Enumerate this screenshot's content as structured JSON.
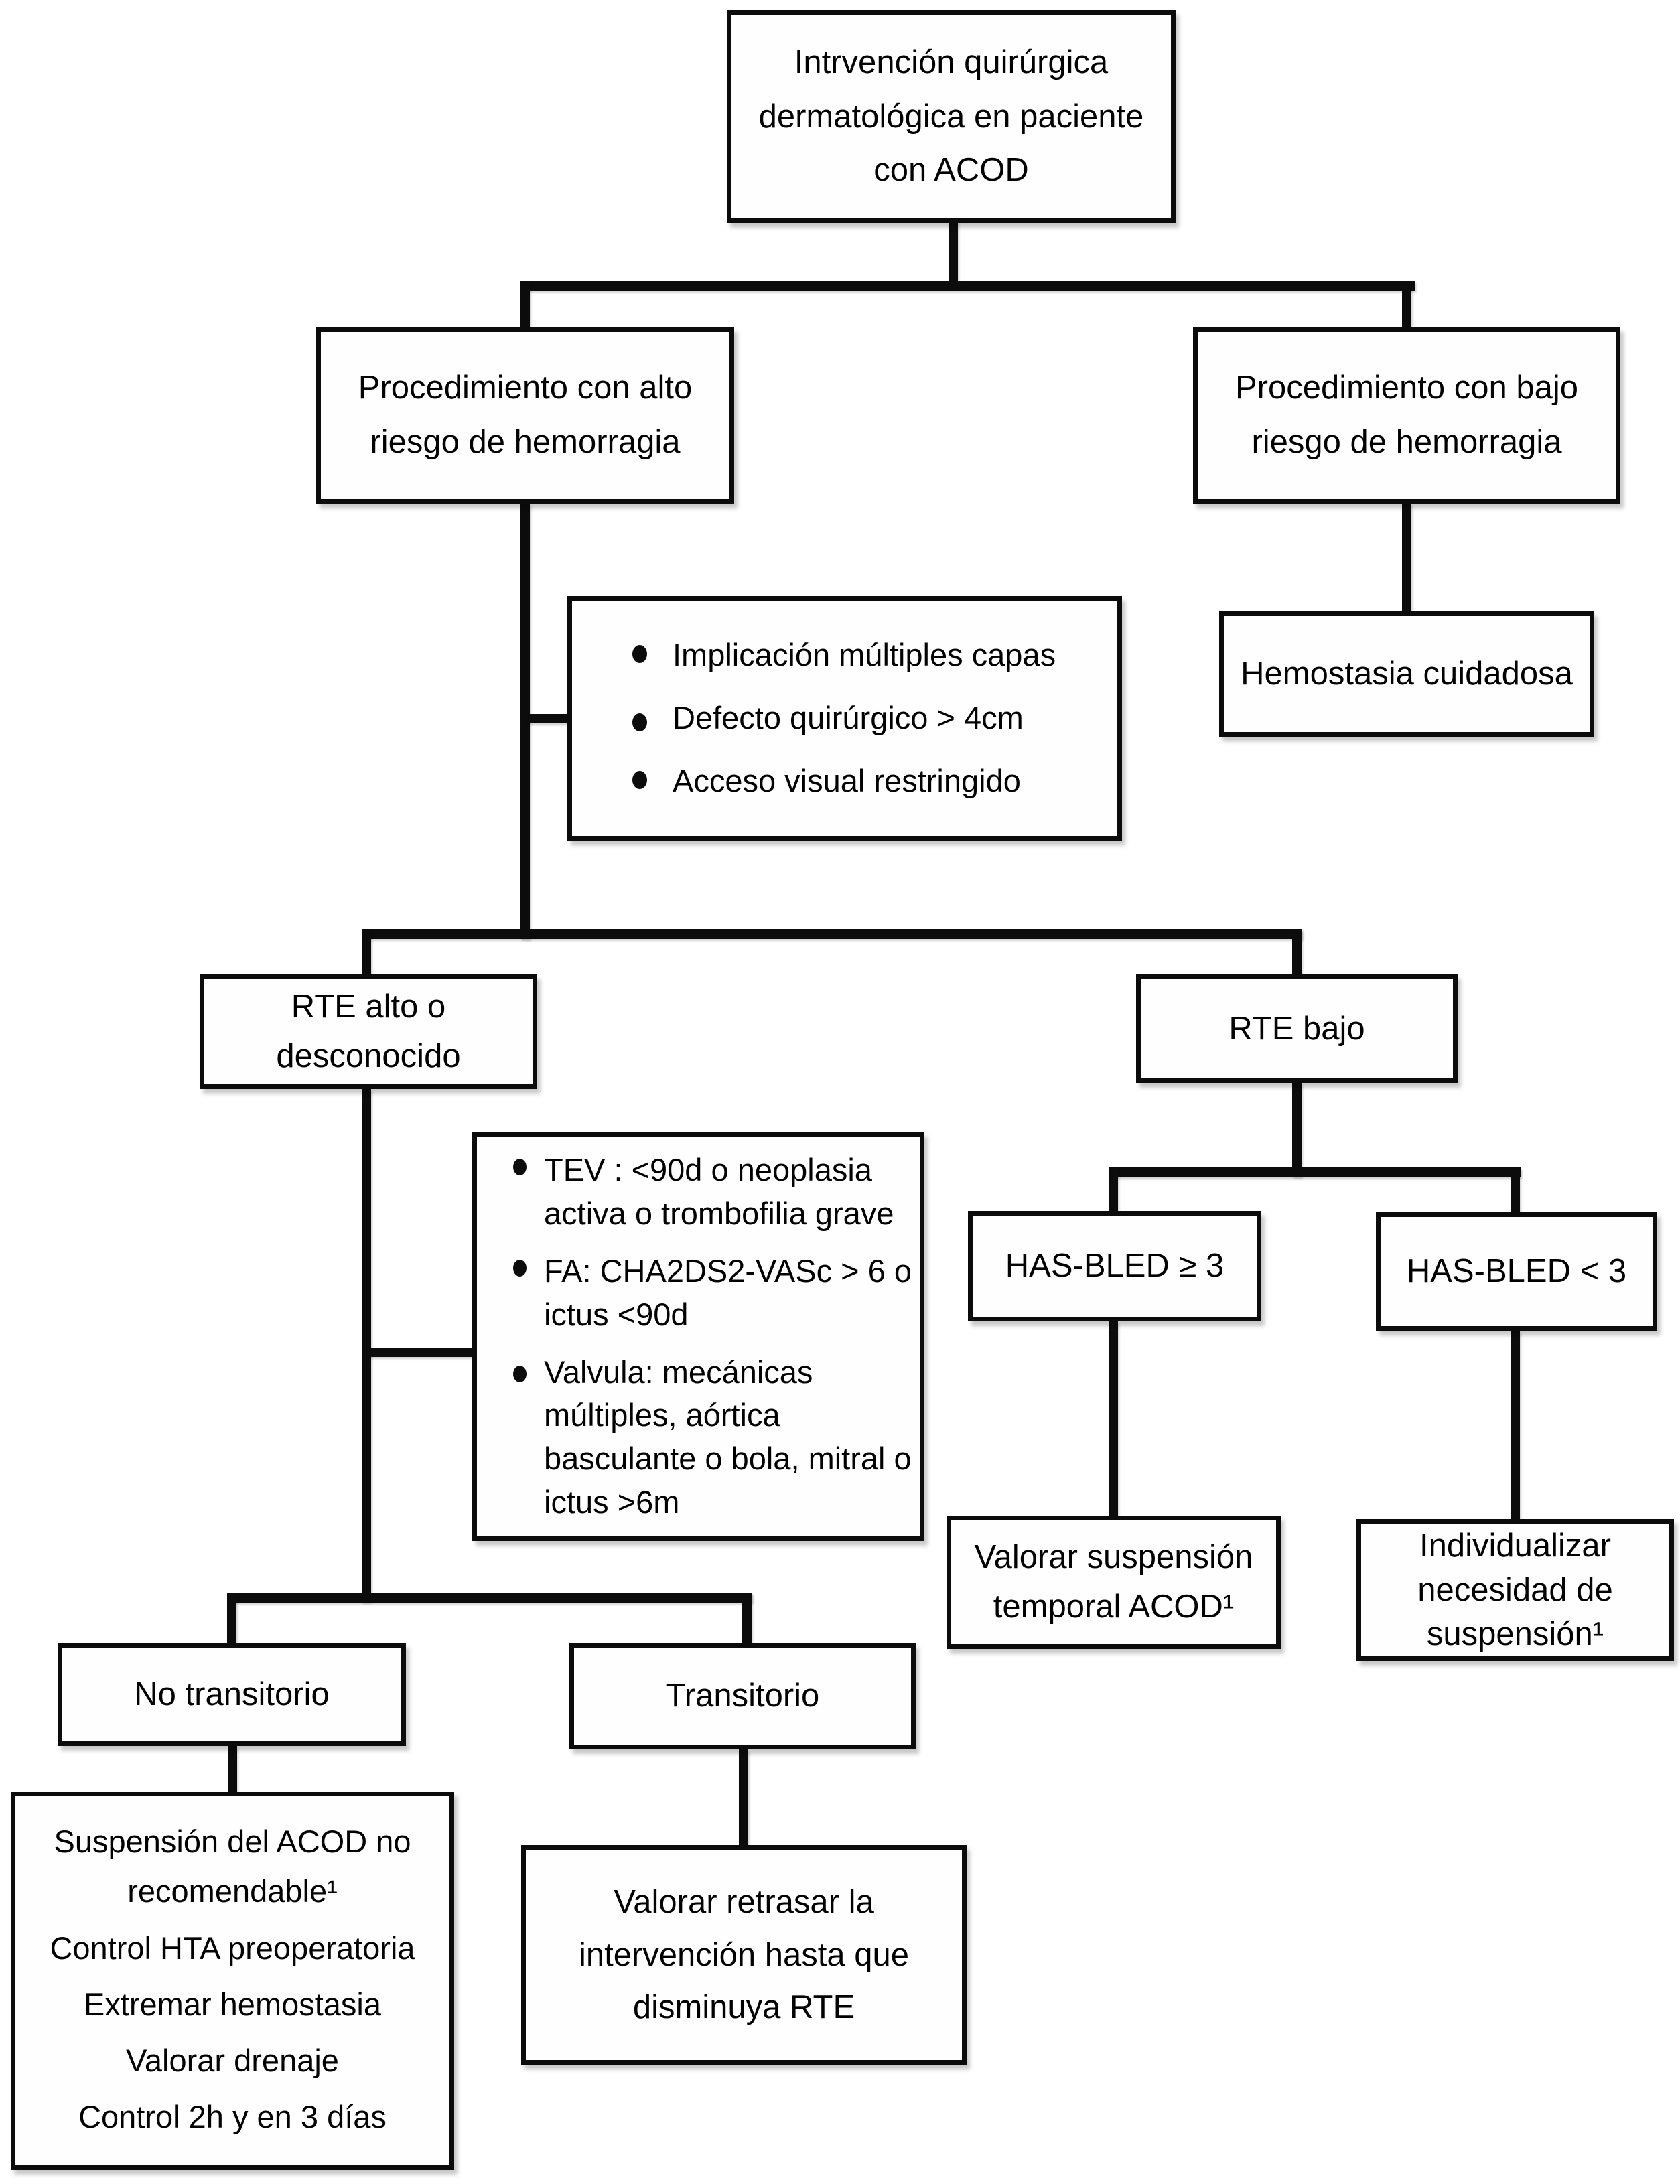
{
  "colors": {
    "ink": "#0c0c0c",
    "paper": "#ffffff"
  },
  "nodes": {
    "root": {
      "lines": [
        "Intrvención quirúrgica",
        "dermatológica en paciente",
        "con ACOD"
      ]
    },
    "alto_riesgo": {
      "lines": [
        "Procedimiento con alto",
        "riesgo de hemorragia"
      ]
    },
    "bajo_riesgo": {
      "lines": [
        "Procedimiento con bajo",
        "riesgo de hemorragia"
      ]
    },
    "alto_criteria": {
      "items": [
        [
          "Implicación múltiples capas"
        ],
        [
          "Defecto quirúrgico > 4cm"
        ],
        [
          "Acceso visual restringido"
        ]
      ]
    },
    "hemostasia": {
      "lines": [
        "Hemostasia cuidadosa"
      ]
    },
    "rte_alto": {
      "lines": [
        "RTE alto o",
        "desconocido"
      ]
    },
    "rte_bajo": {
      "lines": [
        "RTE bajo"
      ]
    },
    "rte_criteria": {
      "items": [
        [
          "TEV : <90d o neoplasia",
          "activa o trombofilia grave"
        ],
        [
          "FA: CHA2DS2-VASc > 6 o",
          "ictus <90d"
        ],
        [
          "Valvula: mecánicas",
          "múltiples, aórtica",
          "basculante o bola, mitral o",
          "ictus >6m"
        ]
      ]
    },
    "hasbled_alto": {
      "lines": [
        "HAS-BLED ≥ 3"
      ]
    },
    "hasbled_bajo": {
      "lines": [
        "HAS-BLED < 3"
      ]
    },
    "valorar_suspension": {
      "lines": [
        "Valorar suspensión",
        "temporal ACOD¹"
      ]
    },
    "individualizar": {
      "lines": [
        "Individualizar",
        "necesidad de",
        "suspensión¹"
      ]
    },
    "no_transitorio": {
      "lines": [
        "No transitorio"
      ]
    },
    "transitorio": {
      "lines": [
        "Transitorio"
      ]
    },
    "no_transitorio_plan": {
      "items": [
        "Suspensión del ACOD no recomendable¹",
        "Control HTA preoperatoria",
        "Extremar hemostasia",
        "Valorar drenaje",
        "Control 2h y en 3 días"
      ]
    },
    "valorar_retrasar": {
      "lines": [
        "Valorar retrasar la",
        "intervención hasta que",
        "disminuya RTE"
      ]
    }
  }
}
